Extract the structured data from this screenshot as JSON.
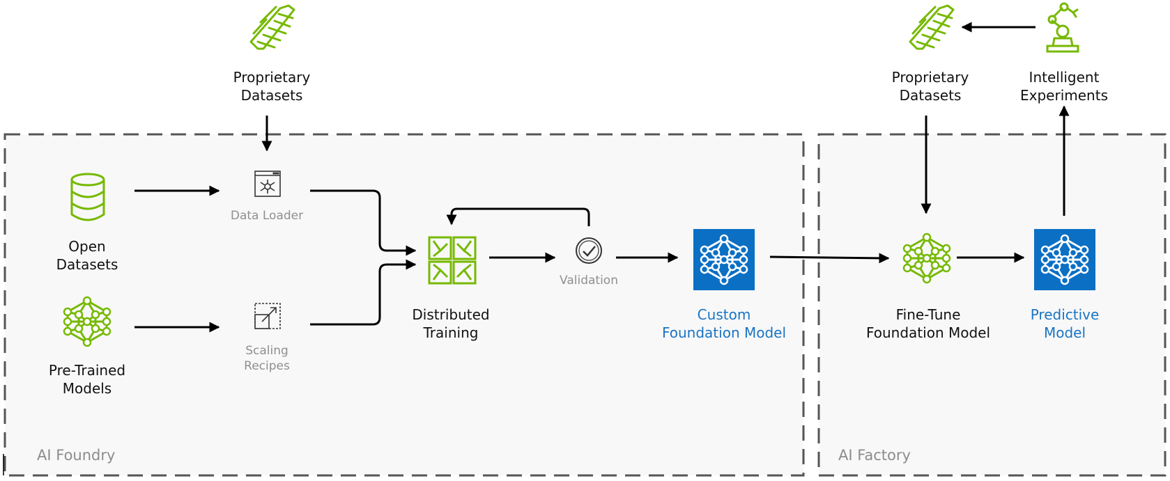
{
  "colors": {
    "green": "#76b900",
    "blue": "#0b6fc4",
    "blue_text": "#1a74c4",
    "gray_text": "#8f8f8f",
    "arrow": "#000000",
    "zone_fill": "#f8f8f8",
    "zone_border": "#555555"
  },
  "zones": {
    "foundry": "AI Foundry",
    "factory": "AI Factory"
  },
  "nodes": {
    "proprietary_datasets_left": [
      "Proprietary",
      "Datasets"
    ],
    "open_datasets": [
      "Open",
      "Datasets"
    ],
    "data_loader": [
      "Data Loader"
    ],
    "pretrained_models": [
      "Pre-Trained",
      "Models"
    ],
    "scaling_recipes": [
      "Scaling",
      "Recipes"
    ],
    "distributed_training": [
      "Distributed",
      "Training"
    ],
    "validation": [
      "Validation"
    ],
    "custom_foundation_model": [
      "Custom",
      "Foundation Model"
    ],
    "proprietary_datasets_right": [
      "Proprietary",
      "Datasets"
    ],
    "intelligent_experiments": [
      "Intelligent",
      "Experiments"
    ],
    "fine_tune_model": [
      "Fine-Tune",
      "Foundation Model"
    ],
    "predictive_model": [
      "Predictive",
      "Model"
    ]
  },
  "icons": {
    "dna_left": "dna-icon",
    "database": "database-icon",
    "data_loader": "data-loader-icon",
    "neural_green": "neural-network-icon",
    "scaling": "scaling-recipe-icon",
    "distributed": "distributed-training-icon",
    "validation": "check-circle-icon",
    "custom_model": "neural-network-icon",
    "dna_right": "dna-icon",
    "robot_arm": "robot-arm-icon",
    "fine_tune": "neural-network-icon",
    "predictive_model": "neural-network-icon"
  }
}
